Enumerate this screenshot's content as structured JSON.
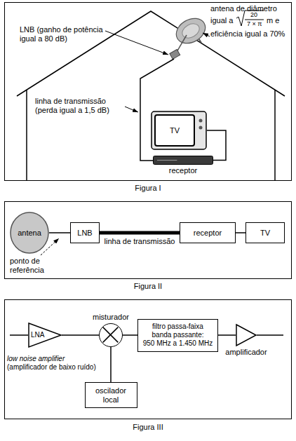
{
  "diagram": {
    "nodes": [
      {
        "text": [
          "TV"
        ]
      },
      {
        "text": [
          "receptor"
        ]
      },
      {
        "text": [
          "antena"
        ]
      },
      {
        "text": [
          "LNB"
        ]
      },
      {
        "text": [
          "receptor"
        ]
      },
      {
        "text": [
          "TV"
        ]
      },
      {
        "text": [
          "LNA"
        ]
      },
      {
        "text": [
          "misturador"
        ]
      },
      {
        "text": [
          "filtro passa-faixa",
          "banda passante:",
          "950 MHz a 1.450 MHz"
        ]
      },
      {
        "text": [
          "amplificador"
        ]
      },
      {
        "text": [
          "oscilador local"
        ]
      }
    ],
    "edges": [
      {
        "from": 1,
        "to": 0,
        "arrow": "none"
      },
      {
        "from": 2,
        "to": 3,
        "arrow": "none"
      },
      {
        "from": 3,
        "to": 4,
        "arrow": "none",
        "label": "linha de transmissão"
      },
      {
        "from": 4,
        "to": 5,
        "arrow": "none"
      },
      {
        "from": 6,
        "to": 7,
        "arrow": "none"
      },
      {
        "from": 10,
        "to": 7,
        "arrow": "none"
      },
      {
        "from": 7,
        "to": 8,
        "arrow": "none"
      },
      {
        "from": 8,
        "to": 9,
        "arrow": "none"
      }
    ],
    "labels": [
      "antena de diâmetro",
      "igual a",
      "20",
      "7 × π",
      "m e",
      "eficiência igual a 70%",
      "LNB (ganho de potência igual a 80 dB)",
      "linha de transmissão (perda igual a 1,5 dB)",
      "Figura I",
      "ponto de referência",
      "Figura II",
      "low noise amplifier",
      "(amplificador de baixo ruído)",
      "Figura III"
    ]
  }
}
